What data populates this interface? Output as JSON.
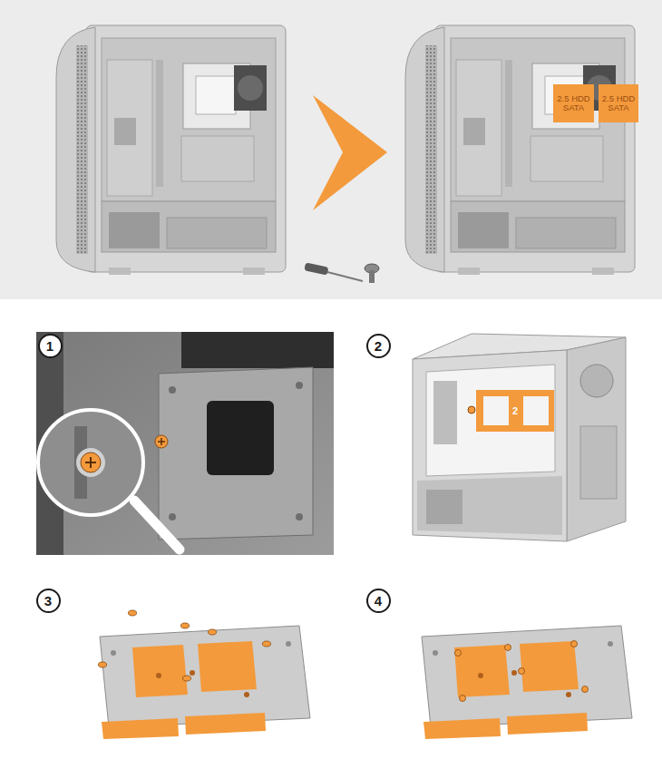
{
  "diagram": {
    "nodes": [
      {
        "text": [
          "2.5 HDD SATA"
        ]
      },
      {
        "text": [
          "2.5 HDD SATA"
        ]
      },
      {
        "text": [
          "1"
        ]
      },
      {
        "text": [
          "2"
        ]
      },
      {
        "text": [
          "3"
        ]
      },
      {
        "text": [
          "4"
        ]
      }
    ],
    "labels": [
      "2"
    ]
  }
}
